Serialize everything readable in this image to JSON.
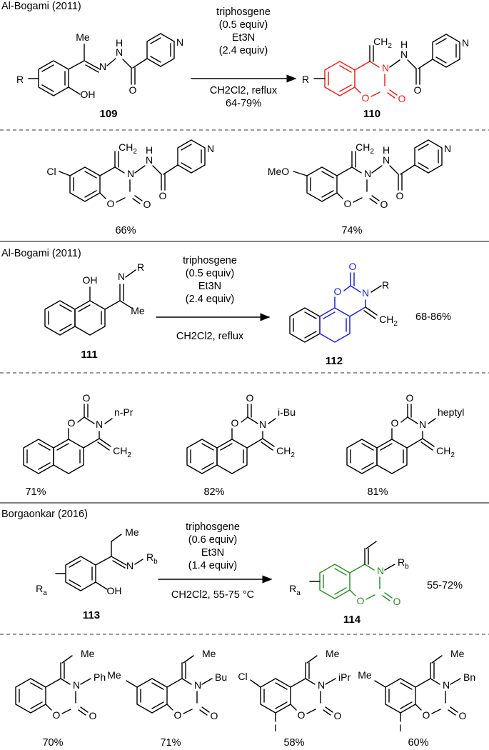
{
  "sections": [
    {
      "header": "Al-Bogami (2011)",
      "conditions": [
        "triphosgene",
        "(0.5 equiv)",
        "Et3N",
        "(2.4 equiv)",
        "CH2Cl2, reflux",
        "64-79%"
      ],
      "reactant_id": "109",
      "product_id": "110",
      "examples": [
        {
          "substituent": "Cl",
          "yield": "66%"
        },
        {
          "substituent": "MeO",
          "yield": "74%"
        }
      ]
    },
    {
      "header": "Al-Bogami (2011)",
      "conditions": [
        "triphosgene",
        "(0.5 equiv)",
        "Et3N",
        "(2.4 equiv)",
        "CH2Cl2, reflux"
      ],
      "reactant_id": "111",
      "product_id": "112",
      "overall_yield": "68-86%",
      "examples": [
        {
          "substituent": "n-Pr",
          "yield": "71%"
        },
        {
          "substituent": "i-Bu",
          "yield": "82%"
        },
        {
          "substituent": "heptyl",
          "yield": "81%"
        }
      ]
    },
    {
      "header": "Borgaonkar (2016)",
      "conditions": [
        "triphosgene",
        "(0.6 equiv)",
        "Et3N",
        "(1.4 equiv)",
        "CH2Cl2, 55-75 °C"
      ],
      "reactant_id": "113",
      "product_id": "114",
      "overall_yield": "55-72%",
      "examples": [
        {
          "substituent": "Ph",
          "yield": "70%"
        },
        {
          "substituent": "Bu",
          "yield": "71%"
        },
        {
          "substituent": "iPr",
          "yield": "58%"
        },
        {
          "substituent": "Bn",
          "yield": "60%"
        }
      ]
    }
  ],
  "colors": {
    "product_110": "#e8231d",
    "product_112": "#1f22d6",
    "product_114": "#2f8d2a"
  }
}
